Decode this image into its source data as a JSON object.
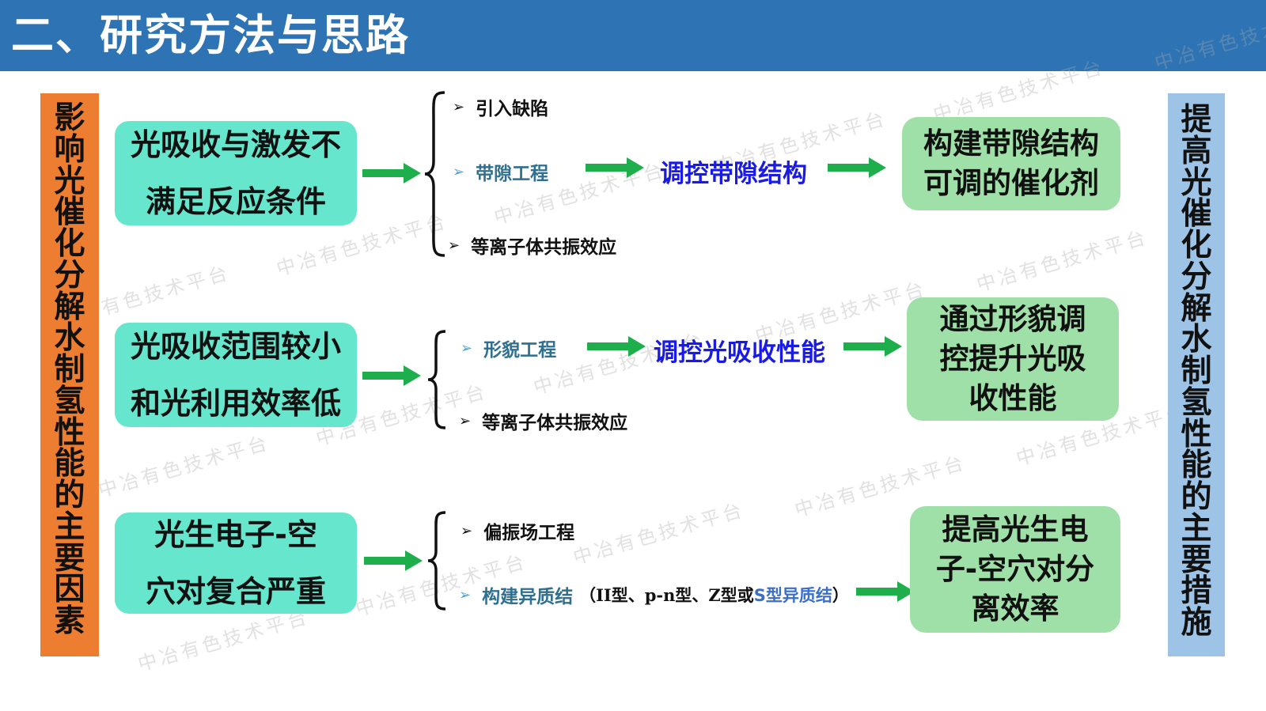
{
  "header": {
    "title": "二、研究方法与思路"
  },
  "left_bar": {
    "text": "影响光催化分解水制氢性能的主要因素"
  },
  "right_bar": {
    "text": "提高光催化分解水制氢性能的主要措施"
  },
  "rows": [
    {
      "problem": [
        "光吸收与激发不",
        "满足反应条件"
      ],
      "methods": [
        {
          "text": "引入缺陷",
          "style": "black"
        },
        {
          "text": "带隙工程",
          "style": "teal"
        },
        {
          "text": "等离子体共振效应",
          "style": "black"
        }
      ],
      "middle": "调控带隙结构",
      "result": [
        "构建带隙结构",
        "可调的催化剂"
      ]
    },
    {
      "problem": [
        "光吸收范围较小",
        "和光利用效率低"
      ],
      "methods": [
        {
          "text": "形貌工程",
          "style": "teal"
        },
        {
          "text": "等离子体共振效应",
          "style": "black"
        }
      ],
      "middle": "调控光吸收性能",
      "result": [
        "通过形貌调",
        "控提升光吸",
        "收性能"
      ]
    },
    {
      "problem": [
        "光生电子-空",
        "穴对复合严重"
      ],
      "methods": [
        {
          "text": "偏振场工程",
          "style": "black"
        },
        {
          "text": "构建异质结",
          "style": "teal",
          "note": "（II型、p-n型、Z型或",
          "note_tail": "S型异质结",
          "note_close": "）"
        }
      ],
      "result": [
        "提高光生电",
        "子-空穴对分",
        "离效率"
      ]
    }
  ],
  "watermark": "中冶有色技术平台",
  "colors": {
    "header_bg": "#2e74b5",
    "left_bar": "#ed7d31",
    "right_bar": "#9dc3e6",
    "problem_box": "#66e6cc",
    "result_box": "#9fe0a8",
    "arrow": "#1fae4c",
    "middle_text": "#1a1ae6"
  }
}
